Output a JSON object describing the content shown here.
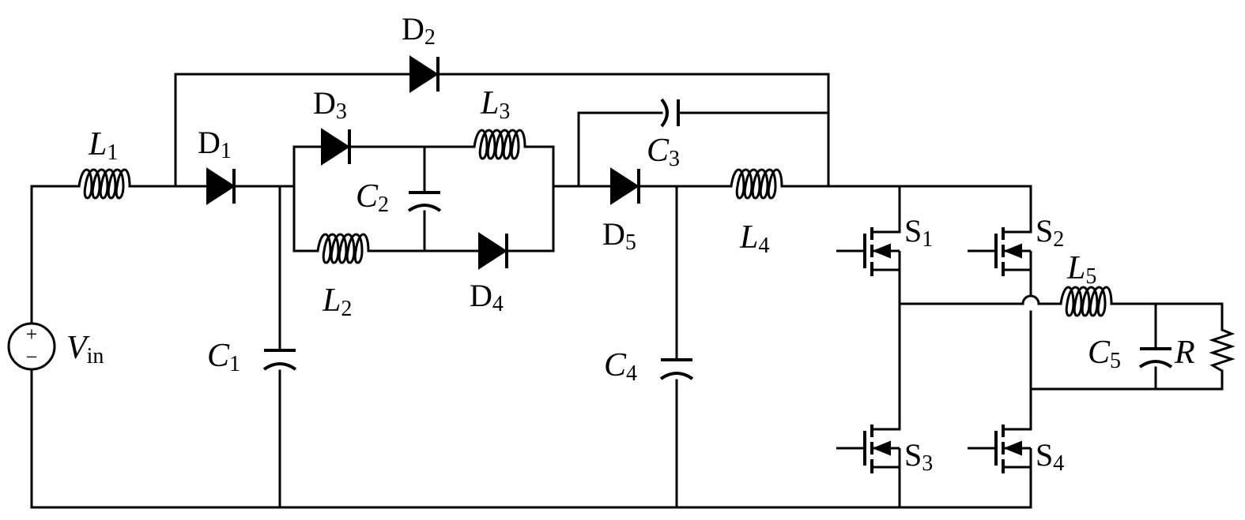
{
  "diagram": {
    "source": {
      "symbol": "V",
      "sub": "in",
      "plus": "+",
      "minus": "−"
    },
    "inductors": [
      {
        "id": "L1",
        "symbol": "L",
        "sub": "1"
      },
      {
        "id": "L2",
        "symbol": "L",
        "sub": "2"
      },
      {
        "id": "L3",
        "symbol": "L",
        "sub": "3"
      },
      {
        "id": "L4",
        "symbol": "L",
        "sub": "4"
      },
      {
        "id": "L5",
        "symbol": "L",
        "sub": "5"
      }
    ],
    "capacitors": [
      {
        "id": "C1",
        "symbol": "C",
        "sub": "1"
      },
      {
        "id": "C2",
        "symbol": "C",
        "sub": "2"
      },
      {
        "id": "C3",
        "symbol": "C",
        "sub": "3"
      },
      {
        "id": "C4",
        "symbol": "C",
        "sub": "4"
      },
      {
        "id": "C5",
        "symbol": "C",
        "sub": "5"
      }
    ],
    "diodes": [
      {
        "id": "D1",
        "symbol": "D",
        "sub": "1"
      },
      {
        "id": "D2",
        "symbol": "D",
        "sub": "2"
      },
      {
        "id": "D3",
        "symbol": "D",
        "sub": "3"
      },
      {
        "id": "D4",
        "symbol": "D",
        "sub": "4"
      },
      {
        "id": "D5",
        "symbol": "D",
        "sub": "5"
      }
    ],
    "switches": [
      {
        "id": "S1",
        "symbol": "S",
        "sub": "1"
      },
      {
        "id": "S2",
        "symbol": "S",
        "sub": "2"
      },
      {
        "id": "S3",
        "symbol": "S",
        "sub": "3"
      },
      {
        "id": "S4",
        "symbol": "S",
        "sub": "4"
      }
    ],
    "load": {
      "symbol": "R"
    }
  }
}
